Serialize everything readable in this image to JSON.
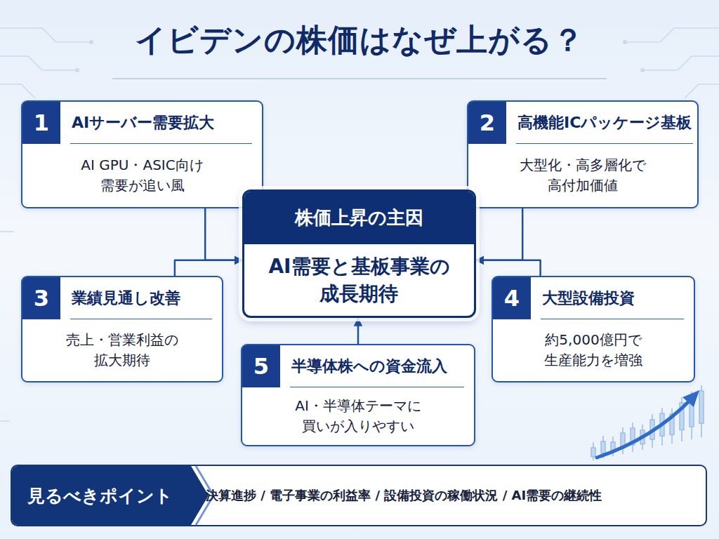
{
  "diagram": {
    "title": "イビデンの株価はなぜ上がる？",
    "nodes": [
      {
        "text": [
          "1",
          "AIサーバー需要拡大",
          "AI GPU・ASIC向け 需要が追い風"
        ]
      },
      {
        "text": [
          "2",
          "高機能ICパッケージ基板",
          "大型化・高多層化で 高付加価値"
        ]
      },
      {
        "text": [
          "株価上昇の主因",
          "AI需要と基板事業の 成長期待"
        ]
      },
      {
        "text": [
          "3",
          "業績見通し改善",
          "売上・営業利益の 拡大期待"
        ]
      },
      {
        "text": [
          "4",
          "大型設備投資",
          "約5,000億円で 生産能力を増強"
        ]
      },
      {
        "text": [
          "5",
          "半導体株への資金流入",
          "AI・半導体テーマに 買いが入りやすい"
        ]
      },
      {
        "text": [
          "見るべきポイント",
          "決算進捗 / 電子事業の利益率 / 設備投資の稼働状況 / AI需要の継続性"
        ]
      }
    ],
    "edges": [
      {
        "from": 0,
        "to": 2,
        "arrow": "to"
      },
      {
        "from": 1,
        "to": 2,
        "arrow": "to"
      },
      {
        "from": 3,
        "to": 2,
        "arrow": "to"
      },
      {
        "from": 4,
        "to": 2,
        "arrow": "to"
      },
      {
        "from": 5,
        "to": 2,
        "arrow": "to"
      }
    ]
  }
}
